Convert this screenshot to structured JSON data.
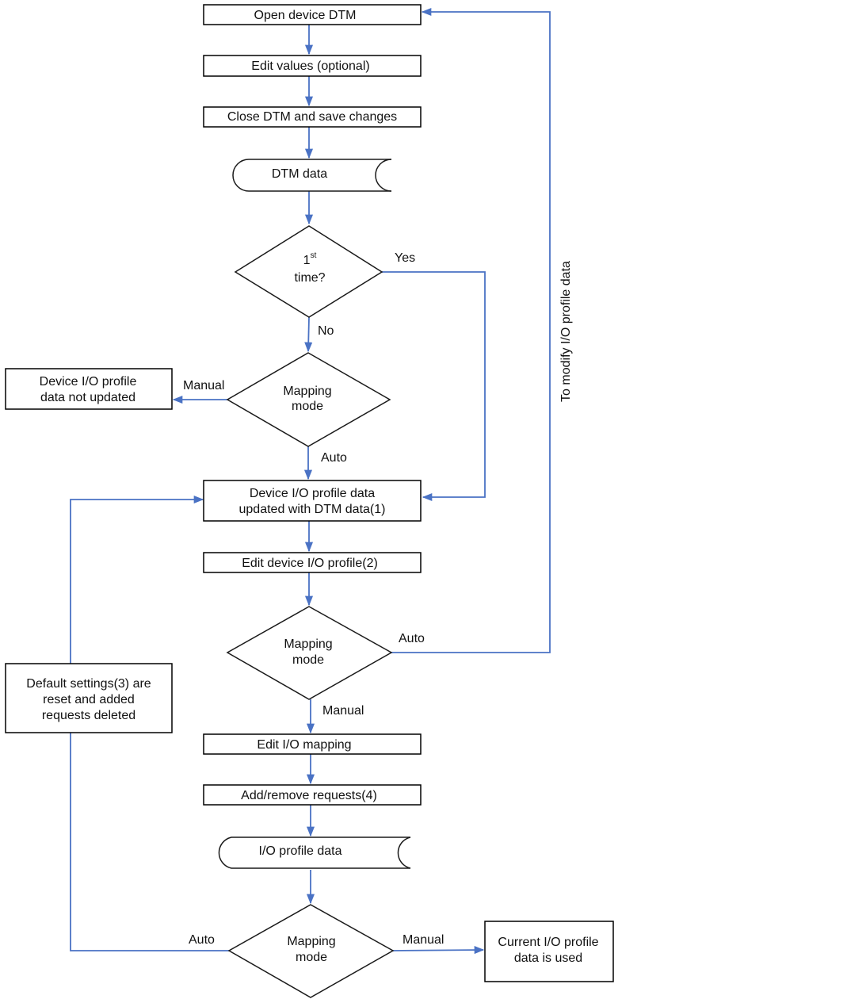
{
  "nodes": {
    "open_dtm": "Open device DTM",
    "edit_values": "Edit values (optional)",
    "close_dtm": "Close DTM and save changes",
    "dtm_data": "DTM data",
    "first_time_1": "1",
    "first_time_sup": "st",
    "first_time_2": "time?",
    "not_updated_1": "Device I/O profile",
    "not_updated_2": "data not updated",
    "mapping_mode_1a": "Mapping",
    "mapping_mode_1b": "mode",
    "profile_updated_1": "Device I/O profile data",
    "profile_updated_2": "updated with DTM data(1)",
    "edit_profile": "Edit device I/O profile(2)",
    "mapping_mode_2a": "Mapping",
    "mapping_mode_2b": "mode",
    "defaults_1": "Default settings(3) are",
    "defaults_2": "reset and added",
    "defaults_3": "requests deleted",
    "edit_mapping": "Edit I/O mapping",
    "add_remove": "Add/remove requests(4)",
    "io_profile_data": "I/O profile data",
    "mapping_mode_3a": "Mapping",
    "mapping_mode_3b": "mode",
    "current_used_1": "Current I/O profile",
    "current_used_2": "data is used"
  },
  "edges": {
    "yes": "Yes",
    "no": "No",
    "manual_1": "Manual",
    "auto_1": "Auto",
    "auto_2": "Auto",
    "manual_2": "Manual",
    "auto_3": "Auto",
    "manual_3": "Manual",
    "modify_loop": "To modify I/O profile data"
  }
}
